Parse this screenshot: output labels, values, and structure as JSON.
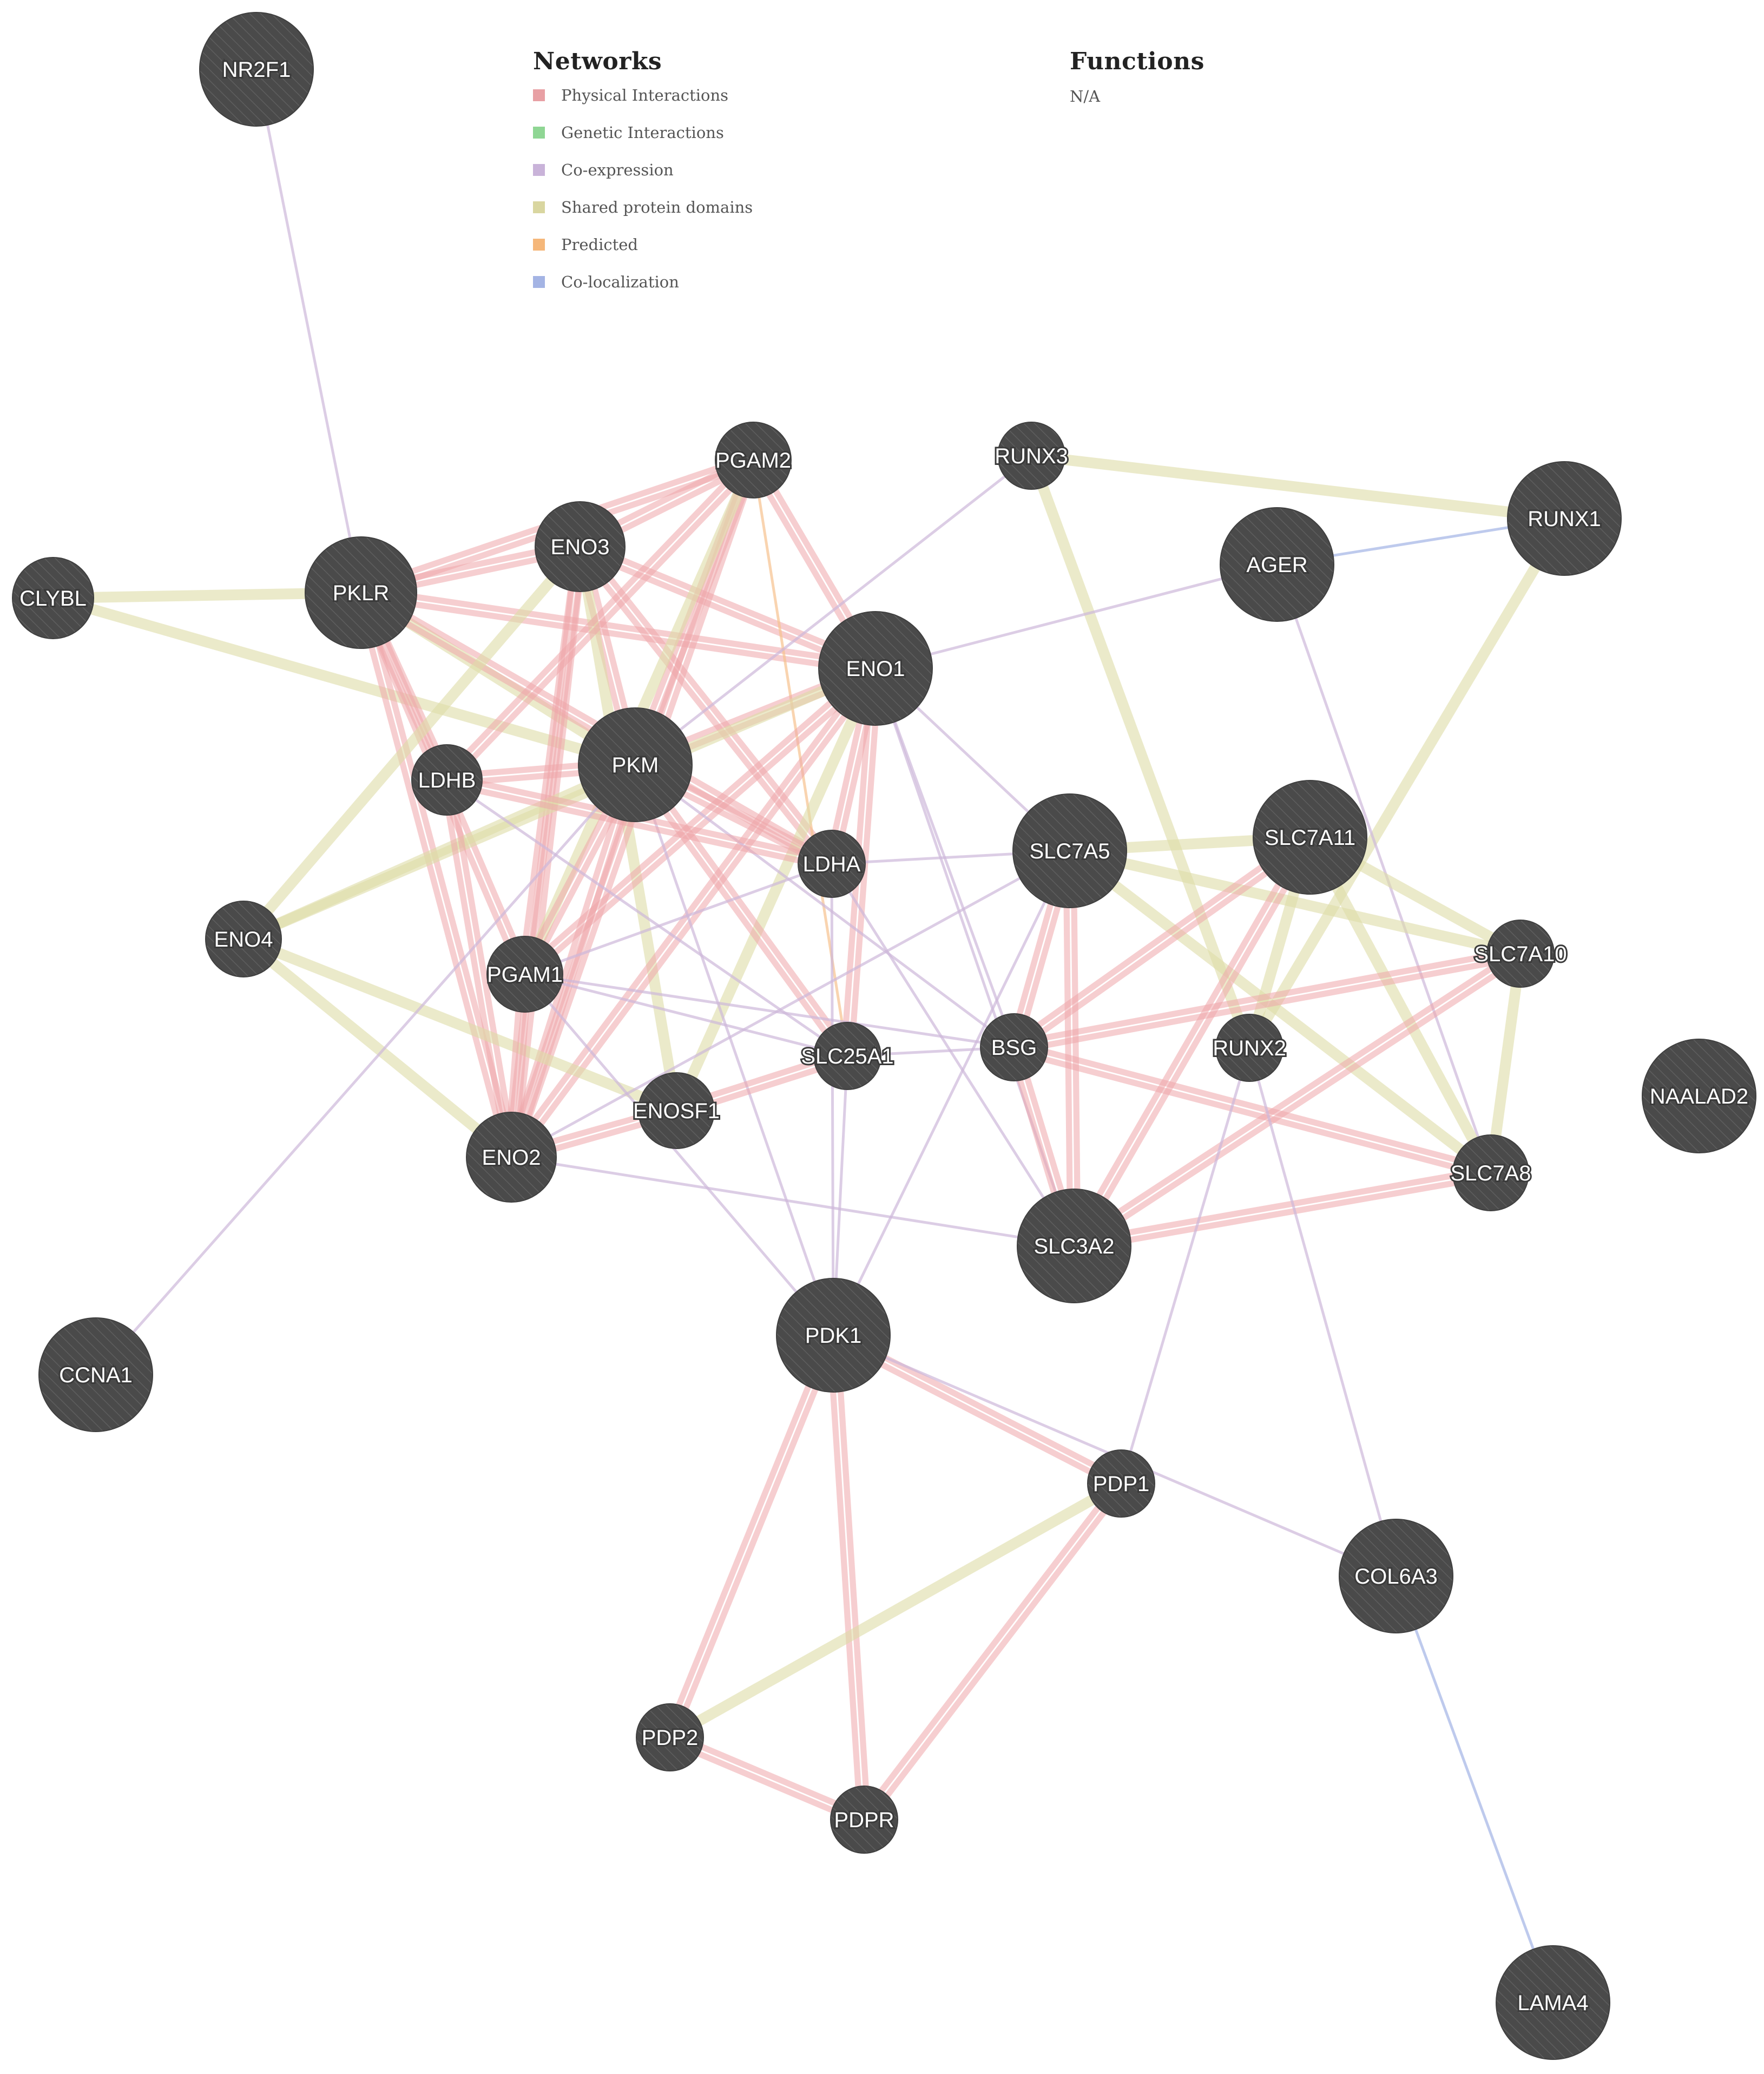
{
  "legend": {
    "networks_title": "Networks",
    "networks": [
      {
        "label": "Physical Interactions",
        "color": "#e8a0a4"
      },
      {
        "label": "Genetic Interactions",
        "color": "#8fd694"
      },
      {
        "label": "Co-expression",
        "color": "#c9b3d9"
      },
      {
        "label": "Shared protein domains",
        "color": "#d9d6a0"
      },
      {
        "label": "Predicted",
        "color": "#f5b77a"
      },
      {
        "label": "Co-localization",
        "color": "#a4b4e4"
      }
    ],
    "functions_title": "Functions",
    "functions_value": "N/A"
  },
  "colors": {
    "physical": "#eea5aa",
    "coexpression": "#cdb8da",
    "shared": "#dedca6",
    "predicted": "#f6c28f",
    "colocalization": "#aebde8",
    "node_fill": "#4a4a4a",
    "node_label": "#ffffff"
  },
  "nodes": [
    {
      "id": "NR2F1",
      "label": "NR2F1"
    },
    {
      "id": "CLYBL",
      "label": "CLYBL"
    },
    {
      "id": "PKLR",
      "label": "PKLR"
    },
    {
      "id": "ENO3",
      "label": "ENO3"
    },
    {
      "id": "PGAM2",
      "label": "PGAM2"
    },
    {
      "id": "RUNX3",
      "label": "RUNX3"
    },
    {
      "id": "RUNX1",
      "label": "RUNX1"
    },
    {
      "id": "AGER",
      "label": "AGER"
    },
    {
      "id": "ENO1",
      "label": "ENO1"
    },
    {
      "id": "PKM",
      "label": "PKM"
    },
    {
      "id": "LDHB",
      "label": "LDHB"
    },
    {
      "id": "LDHA",
      "label": "LDHA"
    },
    {
      "id": "SLC7A5",
      "label": "SLC7A5"
    },
    {
      "id": "SLC7A11",
      "label": "SLC7A11"
    },
    {
      "id": "ENO4",
      "label": "ENO4"
    },
    {
      "id": "PGAM1",
      "label": "PGAM1"
    },
    {
      "id": "SLC7A10",
      "label": "SLC7A10"
    },
    {
      "id": "SLC25A1",
      "label": "SLC25A1"
    },
    {
      "id": "BSG",
      "label": "BSG"
    },
    {
      "id": "RUNX2",
      "label": "RUNX2"
    },
    {
      "id": "NAALAD2",
      "label": "NAALAD2"
    },
    {
      "id": "ENOSF1",
      "label": "ENOSF1"
    },
    {
      "id": "ENO2",
      "label": "ENO2"
    },
    {
      "id": "SLC7A8",
      "label": "SLC7A8"
    },
    {
      "id": "SLC3A2",
      "label": "SLC3A2"
    },
    {
      "id": "CCNA1",
      "label": "CCNA1"
    },
    {
      "id": "PDK1",
      "label": "PDK1"
    },
    {
      "id": "PDP1",
      "label": "PDP1"
    },
    {
      "id": "COL6A3",
      "label": "COL6A3"
    },
    {
      "id": "PDP2",
      "label": "PDP2"
    },
    {
      "id": "PDPR",
      "label": "PDPR"
    },
    {
      "id": "LAMA4",
      "label": "LAMA4"
    }
  ],
  "edges": [
    {
      "source": "NR2F1",
      "target": "PKLR",
      "type": "coexpression"
    },
    {
      "source": "CLYBL",
      "target": "PKLR",
      "type": "shared"
    },
    {
      "source": "CLYBL",
      "target": "PKM",
      "type": "shared"
    },
    {
      "source": "PKLR",
      "target": "ENO3",
      "type": "physical"
    },
    {
      "source": "PKLR",
      "target": "PGAM2",
      "type": "physical"
    },
    {
      "source": "PKLR",
      "target": "ENO1",
      "type": "physical"
    },
    {
      "source": "PKLR",
      "target": "PKM",
      "type": "shared"
    },
    {
      "source": "PKLR",
      "target": "LDHB",
      "type": "physical"
    },
    {
      "source": "PKLR",
      "target": "LDHA",
      "type": "physical"
    },
    {
      "source": "PKLR",
      "target": "PGAM1",
      "type": "physical"
    },
    {
      "source": "PKLR",
      "target": "ENO2",
      "type": "physical"
    },
    {
      "source": "ENO3",
      "target": "PGAM2",
      "type": "physical"
    },
    {
      "source": "ENO3",
      "target": "ENO1",
      "type": "physical"
    },
    {
      "source": "ENO3",
      "target": "PKM",
      "type": "physical"
    },
    {
      "source": "ENO3",
      "target": "PGAM1",
      "type": "physical"
    },
    {
      "source": "ENO3",
      "target": "ENO2",
      "type": "physical"
    },
    {
      "source": "ENO3",
      "target": "ENOSF1",
      "type": "shared"
    },
    {
      "source": "ENO3",
      "target": "LDHA",
      "type": "physical"
    },
    {
      "source": "ENO3",
      "target": "ENO4",
      "type": "shared"
    },
    {
      "source": "PGAM2",
      "target": "ENO1",
      "type": "physical"
    },
    {
      "source": "PGAM2",
      "target": "PKM",
      "type": "physical"
    },
    {
      "source": "PGAM2",
      "target": "ENO2",
      "type": "physical"
    },
    {
      "source": "PGAM2",
      "target": "PGAM1",
      "type": "shared"
    },
    {
      "source": "PGAM2",
      "target": "LDHB",
      "type": "physical"
    },
    {
      "source": "PGAM2",
      "target": "SLC25A1",
      "type": "predicted"
    },
    {
      "source": "RUNX3",
      "target": "RUNX1",
      "type": "shared"
    },
    {
      "source": "RUNX3",
      "target": "RUNX2",
      "type": "shared"
    },
    {
      "source": "RUNX3",
      "target": "PKM",
      "type": "coexpression"
    },
    {
      "source": "RUNX1",
      "target": "AGER",
      "type": "colocalization"
    },
    {
      "source": "RUNX1",
      "target": "RUNX2",
      "type": "shared"
    },
    {
      "source": "AGER",
      "target": "ENO1",
      "type": "coexpression"
    },
    {
      "source": "AGER",
      "target": "SLC7A8",
      "type": "coexpression"
    },
    {
      "source": "ENO1",
      "target": "PKM",
      "type": "physical"
    },
    {
      "source": "ENO1",
      "target": "PGAM1",
      "type": "physical"
    },
    {
      "source": "ENO1",
      "target": "ENO2",
      "type": "physical"
    },
    {
      "source": "ENO1",
      "target": "LDHA",
      "type": "physical"
    },
    {
      "source": "ENO1",
      "target": "SLC25A1",
      "type": "physical"
    },
    {
      "source": "ENO1",
      "target": "ENOSF1",
      "type": "shared"
    },
    {
      "source": "ENO1",
      "target": "ENO4",
      "type": "shared"
    },
    {
      "source": "ENO1",
      "target": "SLC7A5",
      "type": "coexpression"
    },
    {
      "source": "ENO1",
      "target": "SLC3A2",
      "type": "coexpression"
    },
    {
      "source": "ENO1",
      "target": "BSG",
      "type": "coexpression"
    },
    {
      "source": "PKM",
      "target": "LDHA",
      "type": "physical"
    },
    {
      "source": "PKM",
      "target": "LDHB",
      "type": "physical"
    },
    {
      "source": "PKM",
      "target": "PGAM1",
      "type": "physical"
    },
    {
      "source": "PKM",
      "target": "ENO2",
      "type": "physical"
    },
    {
      "source": "PKM",
      "target": "SLC25A1",
      "type": "physical"
    },
    {
      "source": "PKM",
      "target": "ENO4",
      "type": "shared"
    },
    {
      "source": "PKM",
      "target": "BSG",
      "type": "coexpression"
    },
    {
      "source": "PKM",
      "target": "PDK1",
      "type": "coexpression"
    },
    {
      "source": "LDHB",
      "target": "LDHA",
      "type": "physical"
    },
    {
      "source": "LDHB",
      "target": "ENO2",
      "type": "physical"
    },
    {
      "source": "LDHB",
      "target": "SLC25A1",
      "type": "coexpression"
    },
    {
      "source": "LDHA",
      "target": "PGAM1",
      "type": "coexpression"
    },
    {
      "source": "LDHA",
      "target": "SLC7A5",
      "type": "coexpression"
    },
    {
      "source": "LDHA",
      "target": "SLC3A2",
      "type": "coexpression"
    },
    {
      "source": "LDHA",
      "target": "PDK1",
      "type": "coexpression"
    },
    {
      "source": "ENO4",
      "target": "ENO2",
      "type": "shared"
    },
    {
      "source": "ENO4",
      "target": "ENOSF1",
      "type": "shared"
    },
    {
      "source": "PGAM1",
      "target": "ENO2",
      "type": "physical"
    },
    {
      "source": "PGAM1",
      "target": "SLC25A1",
      "type": "coexpression"
    },
    {
      "source": "PGAM1",
      "target": "BSG",
      "type": "coexpression"
    },
    {
      "source": "PGAM1",
      "target": "PDK1",
      "type": "coexpression"
    },
    {
      "source": "ENOSF1",
      "target": "SLC25A1",
      "type": "physical"
    },
    {
      "source": "ENOSF1",
      "target": "ENO2",
      "type": "physical"
    },
    {
      "source": "ENO2",
      "target": "SLC3A2",
      "type": "coexpression"
    },
    {
      "source": "ENO2",
      "target": "SLC7A5",
      "type": "coexpression"
    },
    {
      "source": "SLC25A1",
      "target": "BSG",
      "type": "coexpression"
    },
    {
      "source": "SLC25A1",
      "target": "PDK1",
      "type": "coexpression"
    },
    {
      "source": "SLC7A5",
      "target": "SLC3A2",
      "type": "physical"
    },
    {
      "source": "SLC7A5",
      "target": "BSG",
      "type": "physical"
    },
    {
      "source": "SLC7A5",
      "target": "SLC7A11",
      "type": "shared"
    },
    {
      "source": "SLC7A5",
      "target": "SLC7A10",
      "type": "shared"
    },
    {
      "source": "SLC7A5",
      "target": "SLC7A8",
      "type": "shared"
    },
    {
      "source": "SLC7A5",
      "target": "PDK1",
      "type": "coexpression"
    },
    {
      "source": "SLC7A11",
      "target": "SLC3A2",
      "type": "physical"
    },
    {
      "source": "SLC7A11",
      "target": "BSG",
      "type": "physical"
    },
    {
      "source": "SLC7A11",
      "target": "SLC7A10",
      "type": "shared"
    },
    {
      "source": "SLC7A11",
      "target": "SLC7A8",
      "type": "shared"
    },
    {
      "source": "SLC7A11",
      "target": "RUNX2",
      "type": "shared"
    },
    {
      "source": "SLC7A10",
      "target": "SLC3A2",
      "type": "physical"
    },
    {
      "source": "SLC7A10",
      "target": "BSG",
      "type": "physical"
    },
    {
      "source": "SLC7A10",
      "target": "SLC7A8",
      "type": "shared"
    },
    {
      "source": "SLC7A8",
      "target": "SLC3A2",
      "type": "physical"
    },
    {
      "source": "SLC7A8",
      "target": "BSG",
      "type": "physical"
    },
    {
      "source": "BSG",
      "target": "SLC3A2",
      "type": "physical"
    },
    {
      "source": "RUNX2",
      "target": "PDP1",
      "type": "coexpression"
    },
    {
      "source": "RUNX2",
      "target": "COL6A3",
      "type": "coexpression"
    },
    {
      "source": "CCNA1",
      "target": "PKM",
      "type": "coexpression"
    },
    {
      "source": "PDK1",
      "target": "PDP1",
      "type": "physical"
    },
    {
      "source": "PDK1",
      "target": "PDP2",
      "type": "physical"
    },
    {
      "source": "PDK1",
      "target": "PDPR",
      "type": "physical"
    },
    {
      "source": "PDK1",
      "target": "COL6A3",
      "type": "coexpression"
    },
    {
      "source": "PDP1",
      "target": "PDPR",
      "type": "physical"
    },
    {
      "source": "PDP1",
      "target": "PDP2",
      "type": "shared"
    },
    {
      "source": "PDP2",
      "target": "PDPR",
      "type": "physical"
    },
    {
      "source": "COL6A3",
      "target": "LAMA4",
      "type": "colocalization"
    }
  ]
}
